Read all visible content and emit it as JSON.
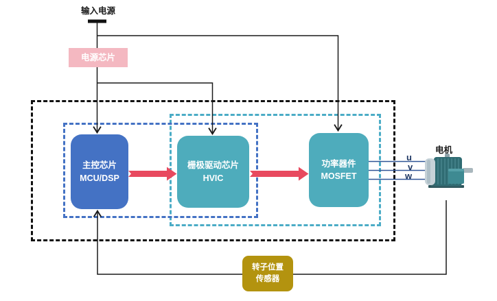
{
  "input_power": {
    "label": "输入电源"
  },
  "power_chip": {
    "label": "电源芯片"
  },
  "blocks": {
    "mcu": {
      "name": "主控芯片",
      "sub": "MCU/DSP"
    },
    "hvic": {
      "name": "栅极驱动芯片",
      "sub": "HVIC"
    },
    "mosfet": {
      "name": "功率器件",
      "sub": "MOSFET"
    }
  },
  "motor": {
    "label": "电机",
    "phases": [
      "u",
      "v",
      "w"
    ]
  },
  "sensor": {
    "name": "转子位置",
    "sub": "传感器"
  },
  "colors": {
    "mcu_blue": "#4472C4",
    "driver_teal": "#4EACBC",
    "power_chip_pink": "#F4B8C1",
    "sensor_gold": "#B3930F",
    "signal_arrow_red": "#E8495F",
    "phase_line_navy": "#2F5496",
    "control_boundary_blue": "#4472C4",
    "driver_boundary_teal": "#4BACC6",
    "outer_boundary_black": "#111111"
  }
}
